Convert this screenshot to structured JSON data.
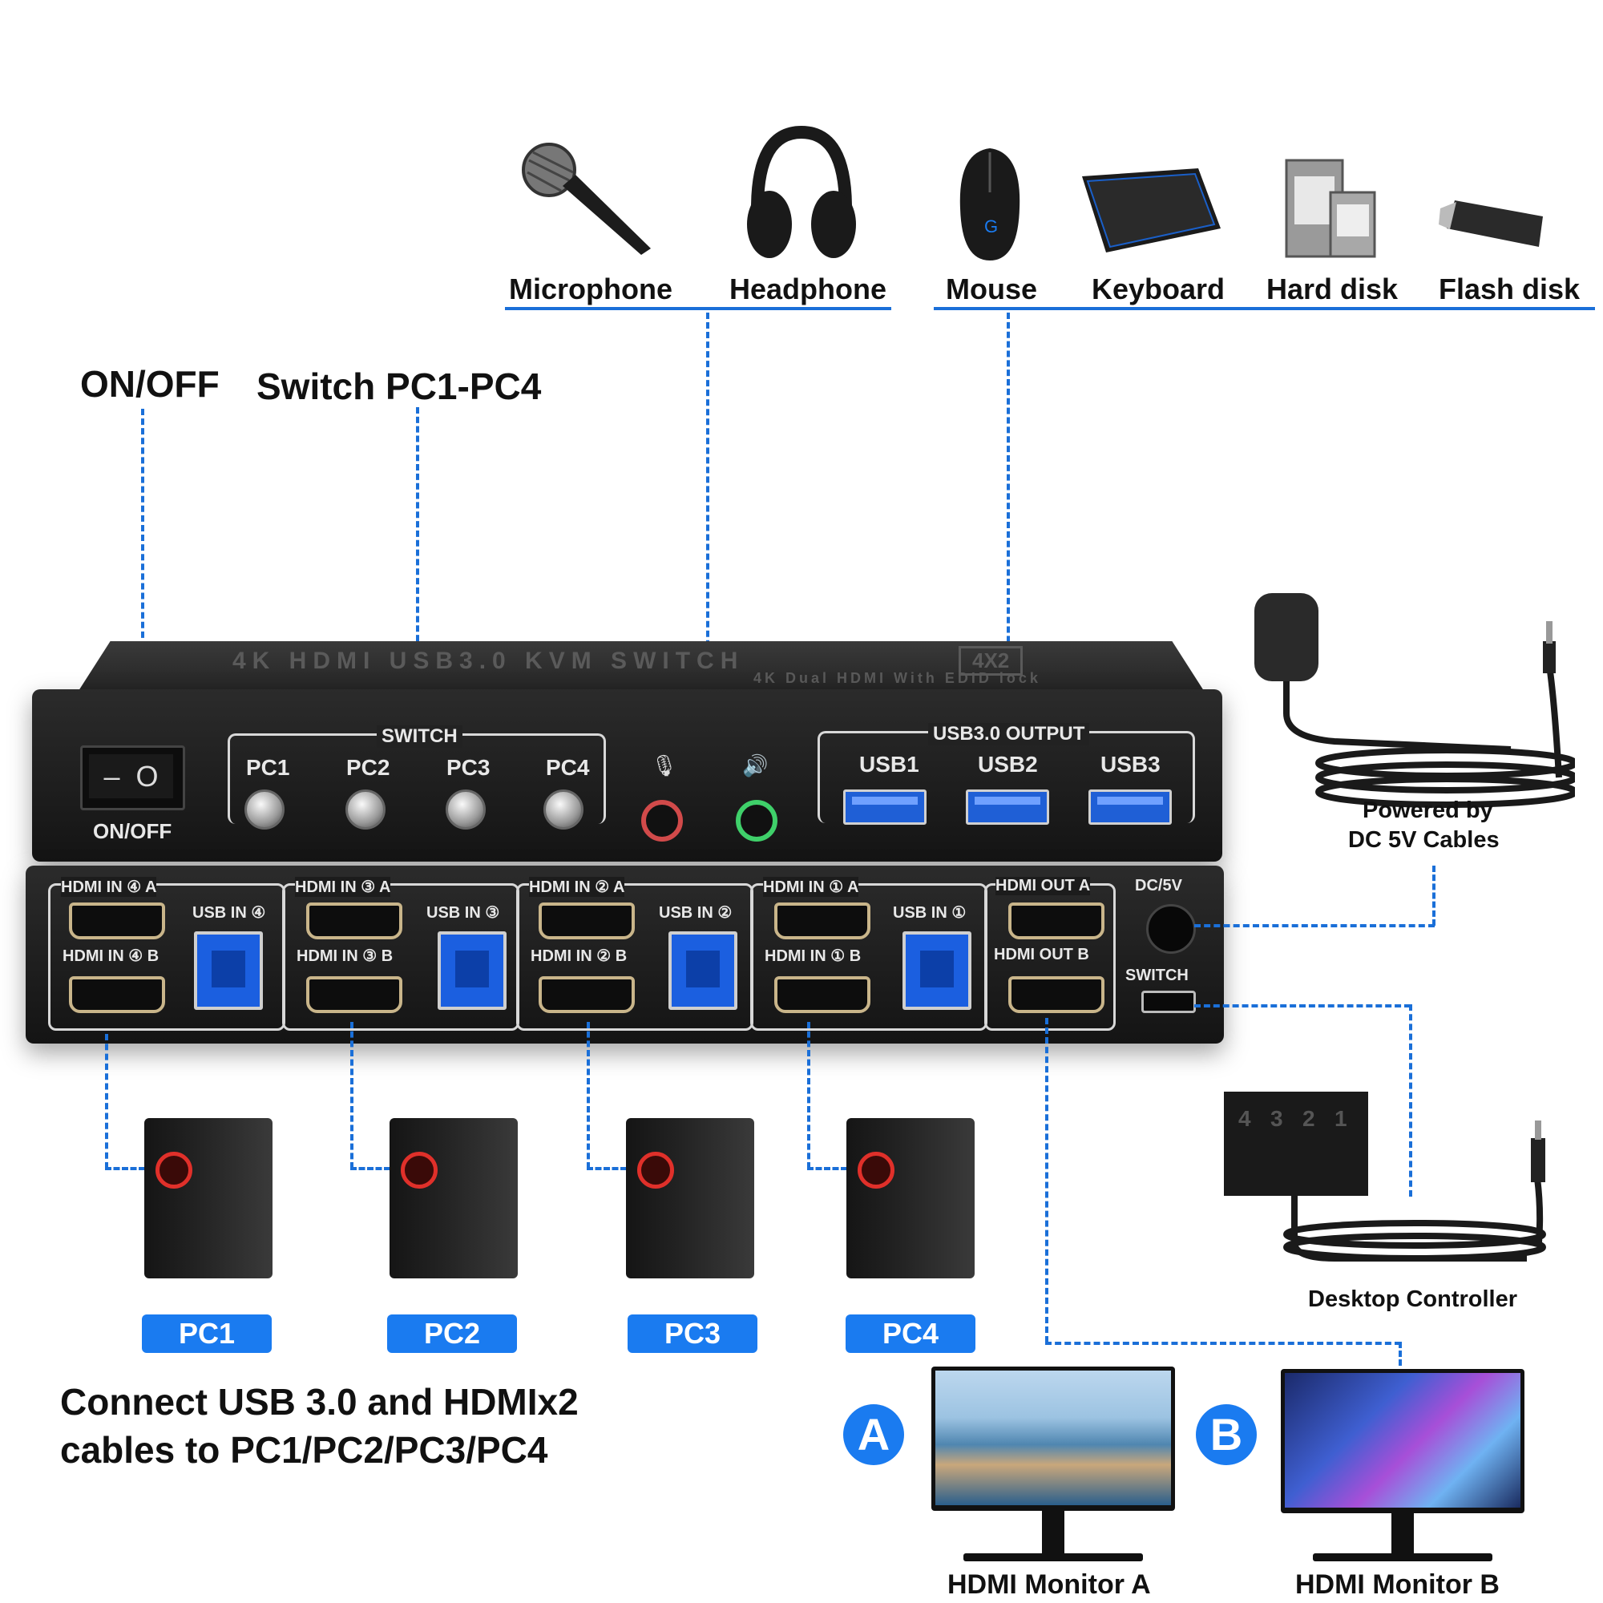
{
  "peripherals": {
    "microphone": "Microphone",
    "headphone": "Headphone",
    "mouse": "Mouse",
    "keyboard": "Keyboard",
    "hard_disk": "Hard disk",
    "flash_disk": "Flash disk"
  },
  "callouts": {
    "on_off": "ON/OFF",
    "switch_pcs": "Switch PC1-PC4",
    "powered_by_1": "Powered by",
    "powered_by_2": "DC 5V Cables",
    "desktop_controller": "Desktop Controller",
    "connect_line1": "Connect USB 3.0 and HDMIx2",
    "connect_line2": "cables to PC1/PC2/PC3/PC4"
  },
  "device": {
    "title": "4K HDMI USB3.0 KVM SWITCH",
    "model_badge": "4X2",
    "subtitle": "4K Dual HDMI With EDID lock",
    "front": {
      "power_label": "ON/OFF",
      "switch_group": "SWITCH",
      "switch_buttons": [
        "PC1",
        "PC2",
        "PC3",
        "PC4"
      ],
      "usb_output_group": "USB3.0 OUTPUT",
      "usb_ports": [
        "USB1",
        "USB2",
        "USB3"
      ]
    },
    "rear": {
      "inputs": [
        {
          "hdmi_a": "HDMI IN ④ A",
          "hdmi_b": "HDMI IN ④ B",
          "usb": "USB IN ④"
        },
        {
          "hdmi_a": "HDMI IN ③ A",
          "hdmi_b": "HDMI IN ③ B",
          "usb": "USB IN ③"
        },
        {
          "hdmi_a": "HDMI IN ② A",
          "hdmi_b": "HDMI IN ② B",
          "usb": "USB IN ②"
        },
        {
          "hdmi_a": "HDMI IN ① A",
          "hdmi_b": "HDMI IN ① B",
          "usb": "USB IN ①"
        }
      ],
      "hdmi_out_a": "HDMI OUT A",
      "hdmi_out_b": "HDMI OUT B",
      "dc": "DC/5V",
      "switch_port": "SWITCH"
    }
  },
  "controller_keys": [
    "4",
    "3",
    "2",
    "1"
  ],
  "pcs": [
    "PC1",
    "PC2",
    "PC3",
    "PC4"
  ],
  "monitors": {
    "a_badge": "A",
    "b_badge": "B",
    "a_label": "HDMI Monitor A",
    "b_label": "HDMI Monitor B"
  },
  "colors": {
    "accent": "#1a7bf0",
    "line": "#1a6fd8"
  }
}
